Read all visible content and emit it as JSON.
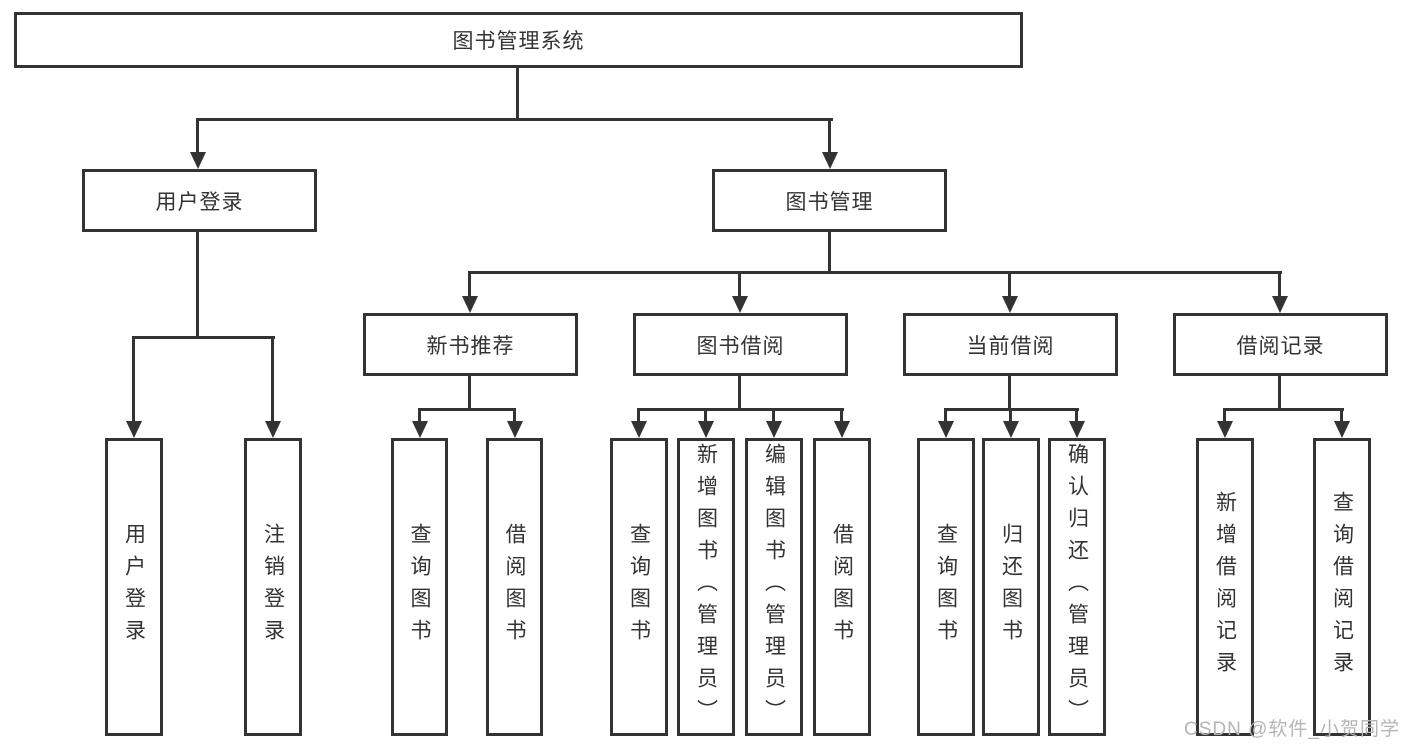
{
  "diagram": {
    "title": "图书管理系统",
    "branches": [
      {
        "label": "用户登录",
        "children": [
          {
            "label": "用户登录"
          },
          {
            "label": "注销登录"
          }
        ]
      },
      {
        "label": "图书管理",
        "children": [
          {
            "label": "新书推荐",
            "children": [
              {
                "label": "查询图书"
              },
              {
                "label": "借阅图书"
              }
            ]
          },
          {
            "label": "图书借阅",
            "children": [
              {
                "label": "查询图书"
              },
              {
                "label": "新增图书（管理员）"
              },
              {
                "label": "编辑图书（管理员）"
              },
              {
                "label": "借阅图书"
              }
            ]
          },
          {
            "label": "当前借阅",
            "children": [
              {
                "label": "查询图书"
              },
              {
                "label": "归还图书"
              },
              {
                "label": "确认归还（管理员）"
              }
            ]
          },
          {
            "label": "借阅记录",
            "children": [
              {
                "label": "新增借阅记录"
              },
              {
                "label": "查询借阅记录"
              }
            ]
          }
        ]
      }
    ]
  },
  "watermark": {
    "text": "CSDN @软件_小贺同学"
  },
  "colors": {
    "line": "#333333",
    "text": "#333333",
    "box_background": "#ffffff",
    "page_background": "#ffffff",
    "watermark": "#b5b5b5"
  }
}
